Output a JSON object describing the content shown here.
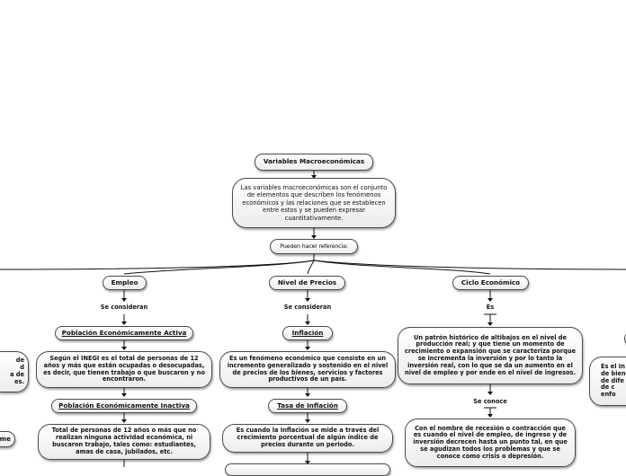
{
  "root": {
    "title": "Variables Macroeconómicas",
    "description": "Las variables macroeconómicas son el conjunto de elementos que describen los fenómenos económicos y las relaciones que se establecen entre estos y se pueden expresar cuantitativamente.",
    "connector": "Pueden hacer referencia:"
  },
  "branches": {
    "empleo": {
      "title": "Empleo",
      "link": "Se consideran",
      "pea_title": "Población Económicamente Activa",
      "pea_text": "Según el INEGI es el total de personas de 12 años y más que están ocupadas o desocupadas, es decir, que tienen trabajo o que buscaron y no encontraron.",
      "pei_title": "Población Económicamente Inactiva",
      "pei_text": "Total de personas de 12 años o más que no realizan ninguna actividad económica, ni buscaron trabajo, tales como: estudiantes, amas de casa, jubilados, etc."
    },
    "precios": {
      "title": "Nivel de Precios",
      "link": "Se consideran",
      "inflacion_title": "Inflación",
      "inflacion_text": "Es un fenómeno económico que consiste en un incremento generalizado y sostenido en el nivel de precios de los bienes, servicios y factores productivos de un país.",
      "tasa_title": "Tasa de Inflación",
      "tasa_text": "Es cuando la Inflación se mide a través del crecimiento porcentual de algún índice de precios durante un periodo."
    },
    "ciclo": {
      "title": "Ciclo Económico",
      "link": "Es",
      "definition": "Un patrón histórico de altibajos en el nivel de producción real; y que tiene un momento de crecimiento o expansión que se caracteriza porque se incrementa la inversión y por lo tanto la inversión real, con lo que se da un aumento en el nivel de empleo y por ende en el nivel de ingresos.",
      "link2": "Se conoce",
      "recesion": "Con el nombre de recesión o contracción que es cuando el nivel de empleo, de ingreso y de inversión decrecen hasta un punto tal, en que se agudizan todos los problemas y que se conoce como crisis o depresión."
    }
  },
  "partial": {
    "left_box": "de\nd\na de\nes.",
    "left_small": "me",
    "right_box": "Es el In\nde bien\nde dife\nde c\nenfo"
  },
  "colors": {
    "border": "#4a4a4a",
    "line": "#111111",
    "fill_top": "#ffffff",
    "fill_bottom": "#ececec"
  }
}
